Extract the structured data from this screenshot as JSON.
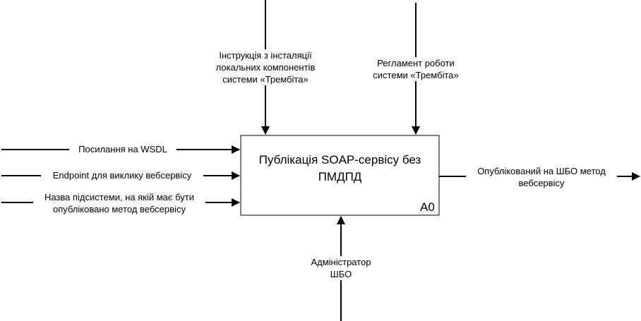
{
  "function_box": {
    "title": "Публікація SOAP-сервісу без ПМДПД",
    "node_id": "A0"
  },
  "controls": [
    {
      "label_lines": [
        "Інструкція з інсталяції",
        "локальних компонентів",
        "системи «Трембіта»"
      ]
    },
    {
      "label_lines": [
        "Регламент роботи",
        "системи «Трембіта»"
      ]
    }
  ],
  "inputs": [
    {
      "label_lines": [
        "Посилання на WSDL"
      ]
    },
    {
      "label_lines": [
        "Endpoint для виклику вебсервісу"
      ]
    },
    {
      "label_lines": [
        "Назва підсистеми, на якій має бути",
        "опубліковано метод вебсервісу"
      ]
    }
  ],
  "outputs": [
    {
      "label_lines": [
        "Опублікований на ШБО метод",
        "вебсервісу"
      ]
    }
  ],
  "mechanisms": [
    {
      "label_lines": [
        "Адміністратор",
        "ШБО"
      ]
    }
  ],
  "colors": {
    "line": "#000000",
    "background": "#ffffff"
  }
}
